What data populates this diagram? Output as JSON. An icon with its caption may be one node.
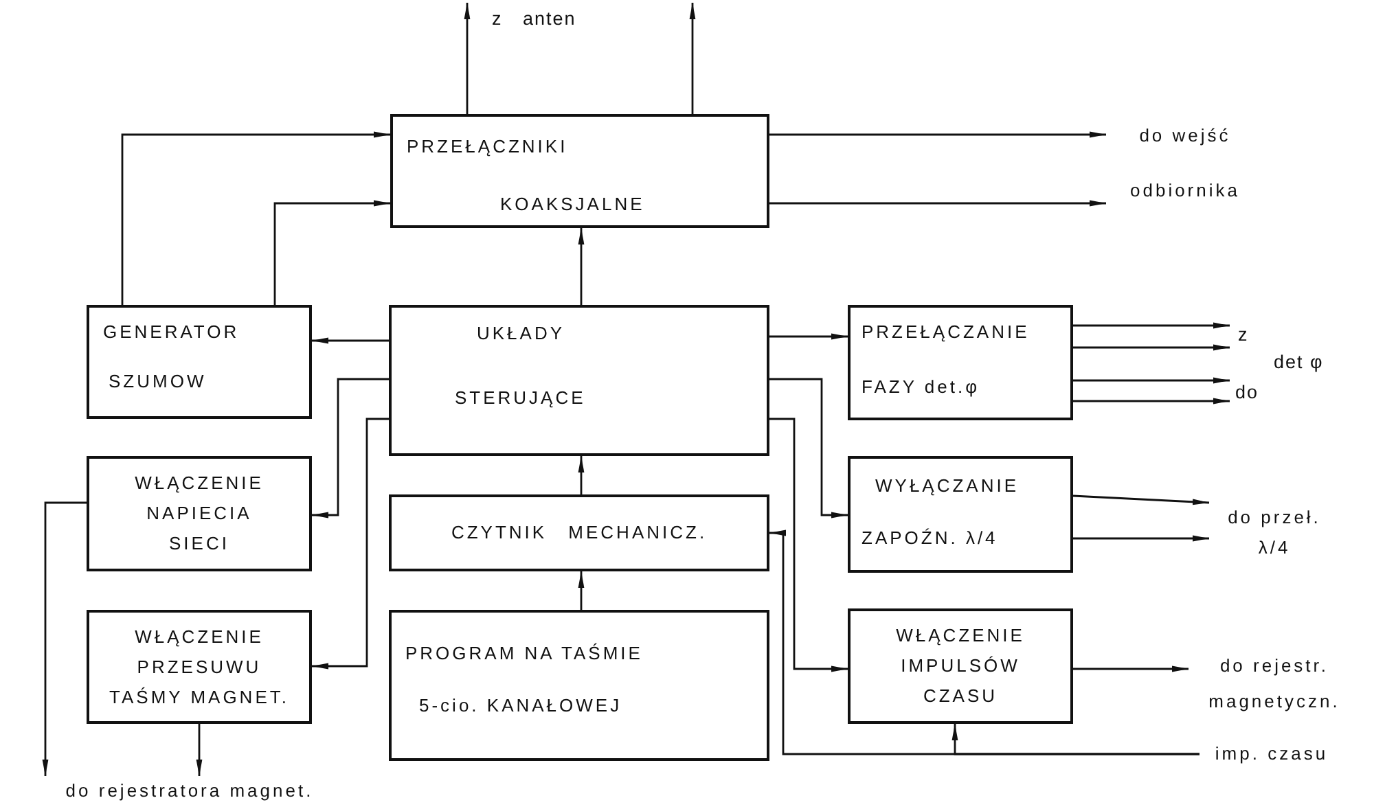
{
  "diagram": {
    "nodes": [
      {
        "text": [
          "PRZEŁĄCZNIKI",
          "KOAKSJALNE"
        ]
      },
      {
        "text": [
          "GENERATOR",
          "SZUMOW"
        ]
      },
      {
        "text": [
          "UKŁADY",
          "STERUJĄCE"
        ]
      },
      {
        "text": [
          "PRZEŁĄCZANIE",
          "FAZY det.φ"
        ]
      },
      {
        "text": [
          "WŁĄCZENIE NAPIECIA SIECI"
        ]
      },
      {
        "text": [
          "CZYTNIK MECHANICZ."
        ]
      },
      {
        "text": [
          "WYŁĄCZANIE",
          "ZAPOŹN. λ/4"
        ]
      },
      {
        "text": [
          "WŁĄCZENIE PRZESUWU TAŚMY MAGNET."
        ]
      },
      {
        "text": [
          "PROGRAM NA TAŚMIE",
          "5-cio. KANAŁOWEJ"
        ]
      },
      {
        "text": [
          "WŁĄCZENIE IMPULSÓW CZASU"
        ]
      },
      {
        "text": [
          "do wejść odbiornika"
        ]
      },
      {
        "text": [
          "z",
          "det φ",
          "do"
        ]
      },
      {
        "text": [
          "do przeł. λ/4"
        ]
      },
      {
        "text": [
          "do rejestr. magnetyczn."
        ]
      },
      {
        "text": [
          "imp. czasu"
        ]
      },
      {
        "text": [
          "do rejestratora magnet."
        ]
      }
    ],
    "edges": [
      {
        "from": 0,
        "to": null,
        "arrow": "to"
      },
      {
        "from": 0,
        "to": null,
        "arrow": "to"
      },
      {
        "from": 0,
        "to": 10,
        "arrow": "to"
      },
      {
        "from": 0,
        "to": 10,
        "arrow": "to"
      },
      {
        "from": 1,
        "to": 0,
        "arrow": "to"
      },
      {
        "from": 1,
        "to": 0,
        "arrow": "to"
      },
      {
        "from": 2,
        "to": 0,
        "arrow": "to"
      },
      {
        "from": 2,
        "to": 1,
        "arrow": "to"
      },
      {
        "from": 2,
        "to": 4,
        "arrow": "to"
      },
      {
        "from": 2,
        "to": 7,
        "arrow": "to"
      },
      {
        "from": 5,
        "to": 2,
        "arrow": "to"
      },
      {
        "from": 8,
        "to": 5,
        "arrow": "to"
      },
      {
        "from": 2,
        "to": 3,
        "arrow": "to"
      },
      {
        "from": 2,
        "to": 6,
        "arrow": "to"
      },
      {
        "from": 2,
        "to": 9,
        "arrow": "to"
      },
      {
        "from": 14,
        "to": 5,
        "arrow": "to"
      },
      {
        "from": 14,
        "to": 9,
        "arrow": "to"
      },
      {
        "from": 3,
        "to": 11,
        "arrow": "to"
      },
      {
        "from": 3,
        "to": 11,
        "arrow": "to"
      },
      {
        "from": 3,
        "to": 11,
        "arrow": "to"
      },
      {
        "from": 3,
        "to": 11,
        "arrow": "to"
      },
      {
        "from": 6,
        "to": 12,
        "arrow": "to"
      },
      {
        "from": 6,
        "to": 12,
        "arrow": "to"
      },
      {
        "from": 9,
        "to": 13,
        "arrow": "to"
      },
      {
        "from": 4,
        "to": 15,
        "arrow": "to"
      },
      {
        "from": 7,
        "to": 15,
        "arrow": "to"
      }
    ],
    "labels": [
      "z anten"
    ]
  }
}
